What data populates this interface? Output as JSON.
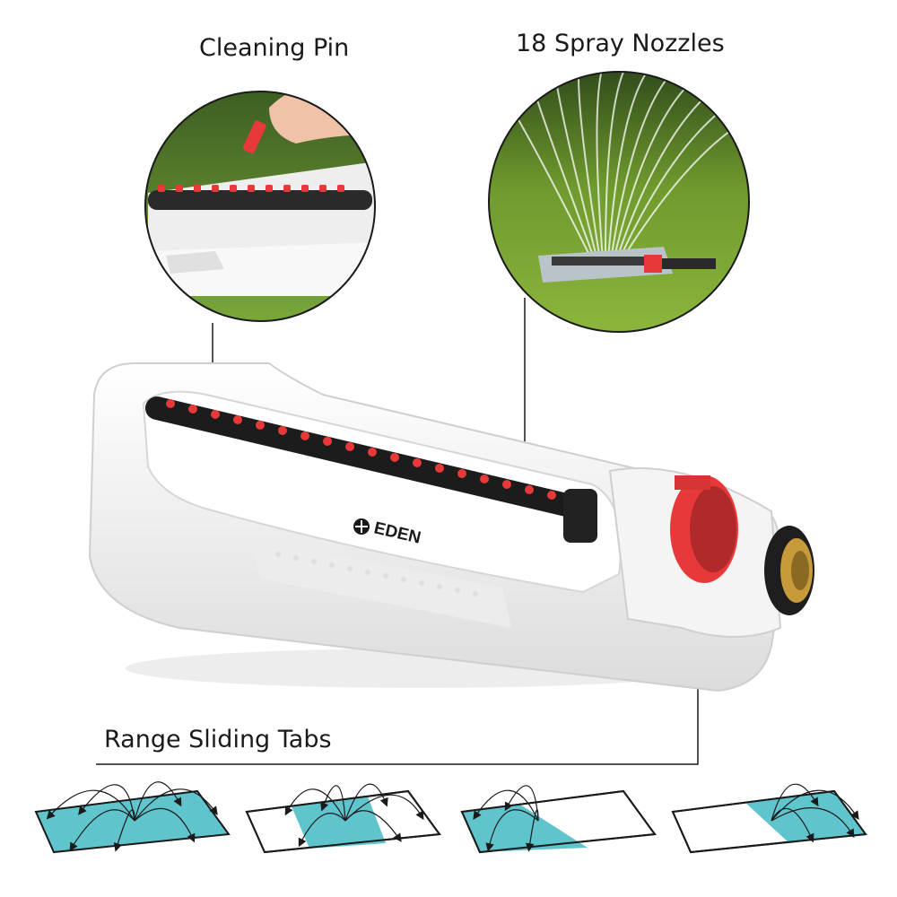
{
  "labels": {
    "cleaning_pin": "Cleaning Pin",
    "spray_nozzles": "18 Spray Nozzles",
    "range_tabs": "Range Sliding Tabs"
  },
  "brand": {
    "name": "EDEN"
  },
  "colors": {
    "grass": "#5f8f2c",
    "water": "#5fc4cc",
    "accent_red": "#e8393a",
    "frame_white": "#f2f2f2",
    "outline": "#1a1a1a"
  },
  "spray_patterns": [
    {
      "name": "full-coverage"
    },
    {
      "name": "center-band"
    },
    {
      "name": "left-band"
    },
    {
      "name": "right-band"
    }
  ]
}
